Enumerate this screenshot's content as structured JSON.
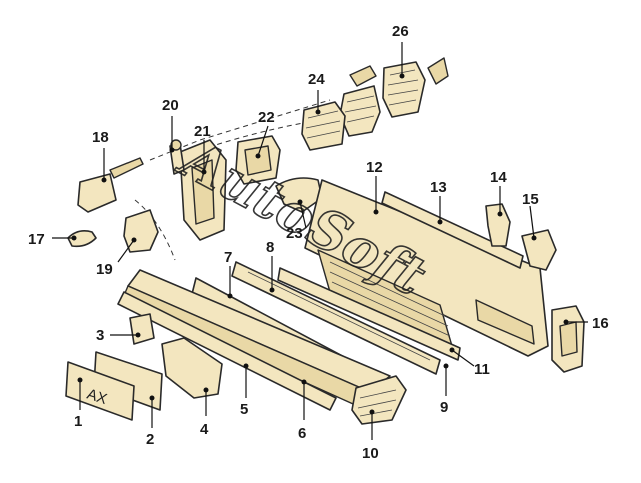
{
  "diagram": {
    "watermark": "AutoSoft",
    "plate_text": "AX",
    "callouts": [
      "1",
      "2",
      "3",
      "4",
      "5",
      "6",
      "7",
      "8",
      "9",
      "10",
      "11",
      "12",
      "13",
      "14",
      "15",
      "16",
      "17",
      "19",
      "18",
      "20",
      "21",
      "22",
      "23",
      "24",
      "26"
    ]
  }
}
